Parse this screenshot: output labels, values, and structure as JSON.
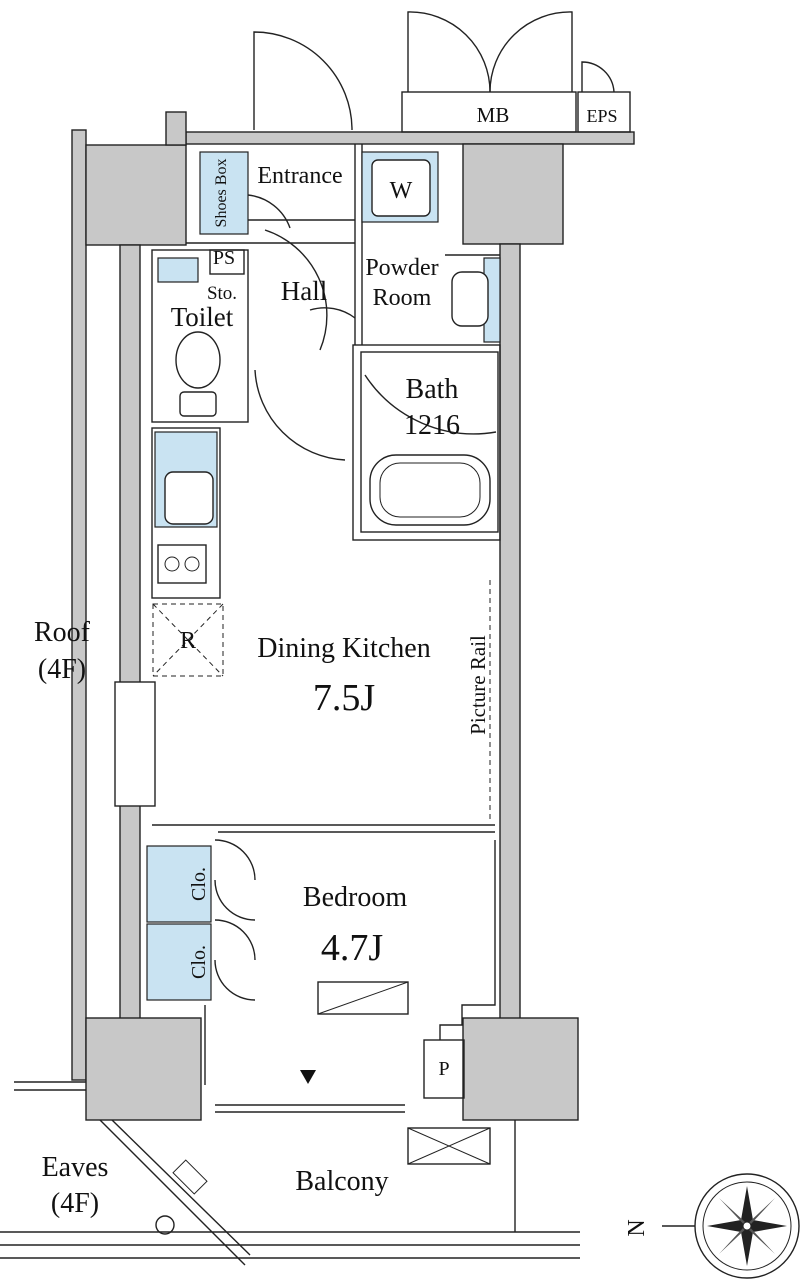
{
  "rooms": {
    "entrance": "Entrance",
    "shoes_box": "Shoes Box",
    "ps": "PS",
    "storage": "Sto.",
    "toilet": "Toilet",
    "hall": "Hall",
    "powder_room_line1": "Powder",
    "powder_room_line2": "Room",
    "washer": "W",
    "bath": "Bath",
    "bath_size": "1216",
    "refrigerator": "R",
    "dining_kitchen": "Dining Kitchen",
    "dining_kitchen_size": "7.5J",
    "picture_rail": "Picture Rail",
    "bedroom": "Bedroom",
    "bedroom_size": "4.7J",
    "closet_1": "Clo.",
    "closet_2": "Clo.",
    "pipe_space": "P",
    "balcony": "Balcony",
    "mb": "MB",
    "eps": "EPS"
  },
  "outside": {
    "roof_line1": "Roof",
    "roof_line2": "(4F)",
    "eaves_line1": "Eaves",
    "eaves_line2": "(4F)"
  },
  "compass": {
    "north_label": "N"
  },
  "colors": {
    "wall": "#c8c8c8",
    "fixture": "#c9e3f2",
    "line": "#222222"
  }
}
